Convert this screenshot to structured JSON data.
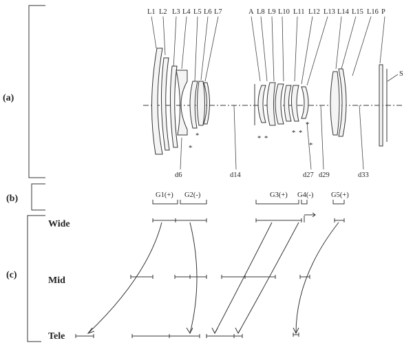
{
  "sections": {
    "a": "(a)",
    "b": "(b)",
    "c": "(c)"
  },
  "lens_labels": [
    "L1",
    "L2",
    "L3",
    "L4",
    "L5",
    "L6",
    "L7",
    "A",
    "L8",
    "L9",
    "L10",
    "L11",
    "L12",
    "L13",
    "L14",
    "L15",
    "L16",
    "P"
  ],
  "sensor_label": "S",
  "distance_labels": [
    "d6",
    "d14",
    "d27",
    "d29",
    "d33"
  ],
  "groups": [
    "G1(+)",
    "G2(-)",
    "G3(+)",
    "G4(-)",
    "G5(+)"
  ],
  "positions": [
    "Wide",
    "Mid",
    "Tele"
  ]
}
